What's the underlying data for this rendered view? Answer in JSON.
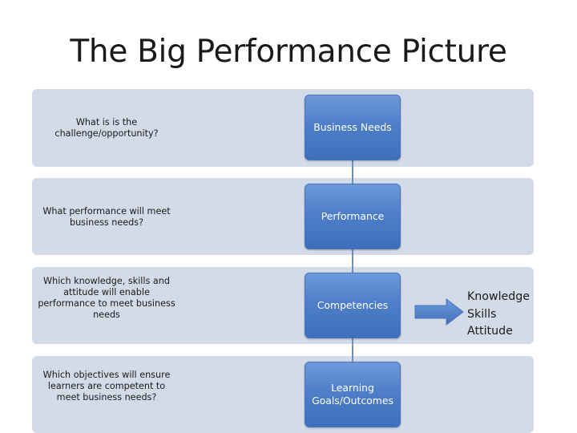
{
  "slide": {
    "title": "The Big Performance Picture"
  },
  "rows": [
    {
      "question": "What is is the challenge/opportunity?",
      "stage": "Business Needs"
    },
    {
      "question": "What performance will meet business needs?",
      "stage": "Performance"
    },
    {
      "question": "Which knowledge, skills and attitude will enable performance to meet business needs",
      "stage": "Competencies"
    },
    {
      "question": "Which objectives will ensure learners are competent to meet business needs?",
      "stage": "Learning Goals/Outcomes"
    }
  ],
  "competency_breakdown": {
    "items": [
      "Knowledge",
      "Skills",
      "Attitude"
    ]
  },
  "colors": {
    "band": "#d3dbe8",
    "stage_box": "#4f7fc9",
    "connector": "#6f8fbf",
    "arrow": "#4f7fc9"
  }
}
